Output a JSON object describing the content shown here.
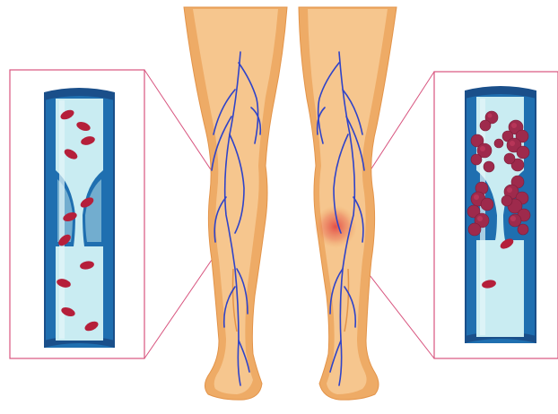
{
  "colors": {
    "background": "#ffffff",
    "skin_light": "#f6c68e",
    "skin_mid": "#eeab66",
    "skin_dark": "#e3944a",
    "vein": "#2f43c9",
    "vessel_wall": "#1f6fb0",
    "vessel_wall_dark": "#1a4f8a",
    "vessel_lumen": "#c9ecf2",
    "blood_cell": "#b51f3a",
    "clot": "#9e2a4c",
    "inflammation": "#e24a44",
    "callout_line": "#d8557f"
  },
  "icons": {
    "healthy_vessel": "healthy-vein-cross-section",
    "clotted_vessel": "thrombosed-vein-cross-section",
    "left_leg": "healthy-leg",
    "right_leg": "leg-with-clot"
  },
  "panels": {
    "left": {
      "state": "healthy",
      "blood_cell_count": 11
    },
    "right": {
      "state": "clot",
      "blood_cell_count": 2
    }
  }
}
